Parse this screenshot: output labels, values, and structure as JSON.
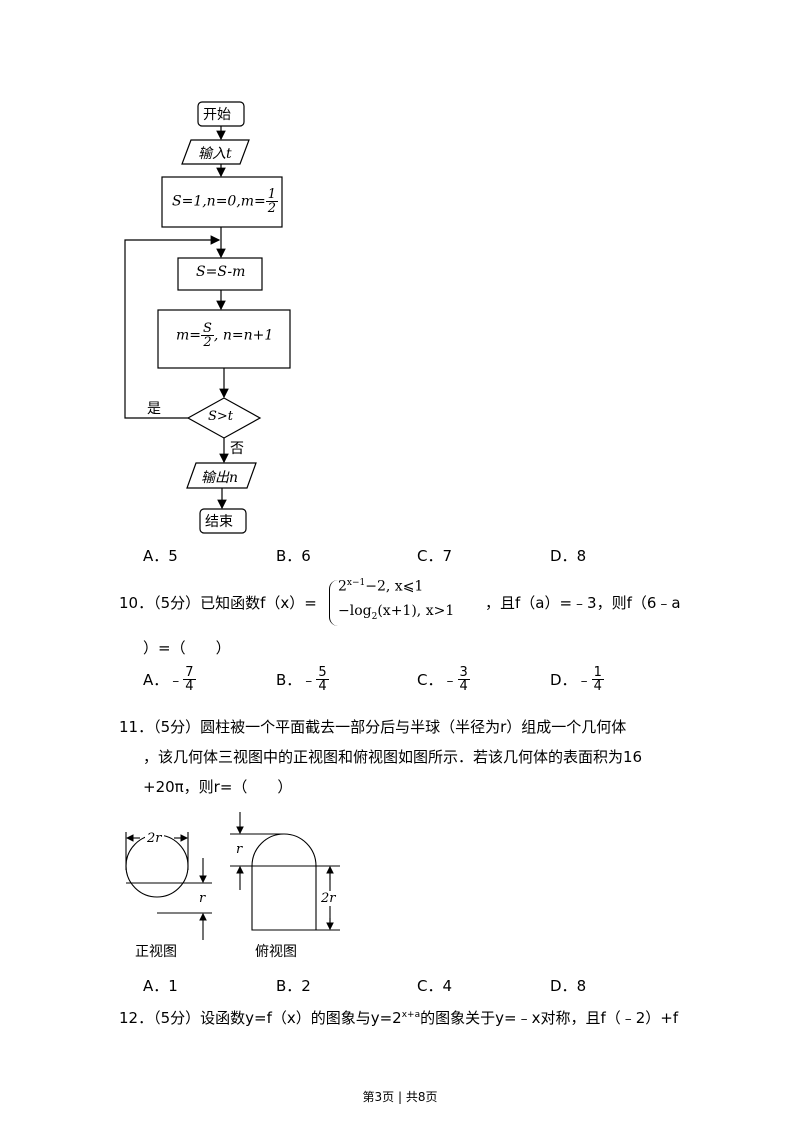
{
  "flowchart": {
    "start": "开始",
    "input": "输入t",
    "init": "S=1,n=0,m=",
    "init_frac_num": "1",
    "init_frac_den": "2",
    "step1": "S=S-m",
    "step2_pre": "m=",
    "step2_frac_num": "S",
    "step2_frac_den": "2",
    "step2_post": ", n=n+1",
    "decision": "S>t",
    "yes": "是",
    "no": "否",
    "output": "输出n",
    "end": "结束"
  },
  "q9_options": [
    {
      "letter": "A．",
      "value": "5"
    },
    {
      "letter": "B．",
      "value": "6"
    },
    {
      "letter": "C．",
      "value": "7"
    },
    {
      "letter": "D．",
      "value": "8"
    }
  ],
  "q10": {
    "number": "10．",
    "score": "（5分）",
    "text_before": "已知函数f（x）=",
    "piece1": "2",
    "piece1_exp": "x−1",
    "piece1_rest": "−2,  x⩽1",
    "piece2": "−log",
    "piece2_sub": "2",
    "piece2_rest": "(x+1),  x>1",
    "text_after": "，且f（a）=﹣3，则f（6﹣a",
    "line2": "）=（　　）",
    "options": [
      {
        "letter": "A．",
        "sign": "﹣",
        "num": "7",
        "den": "4"
      },
      {
        "letter": "B．",
        "sign": "﹣",
        "num": "5",
        "den": "4"
      },
      {
        "letter": "C．",
        "sign": "﹣",
        "num": "3",
        "den": "4"
      },
      {
        "letter": "D．",
        "sign": "﹣",
        "num": "1",
        "den": "4"
      }
    ]
  },
  "q11": {
    "number": "11．",
    "line1": "（5分）圆柱被一个平面截去一部分后与半球（半径为r）组成一个几何体",
    "line2": "，该几何体三视图中的正视图和俯视图如图所示．若该几何体的表面积为16",
    "line3": "+20π，则r=（　　）",
    "fig_2r_top": "2r",
    "fig_r_left": "r",
    "fig_r_right": "r",
    "fig_2r_side": "2r",
    "label_front": "正视图",
    "label_top": "俯视图",
    "options": [
      {
        "letter": "A．",
        "value": "1"
      },
      {
        "letter": "B．",
        "value": "2"
      },
      {
        "letter": "C．",
        "value": "4"
      },
      {
        "letter": "D．",
        "value": "8"
      }
    ]
  },
  "q12": {
    "number": "12．",
    "text_a": "（5分）设函数y=f（x）的图象与y=2",
    "exp": "x+a",
    "text_b": "的图象关于y=﹣x对称，且f（﹣2）+f"
  },
  "footer": "第3页 | 共8页"
}
